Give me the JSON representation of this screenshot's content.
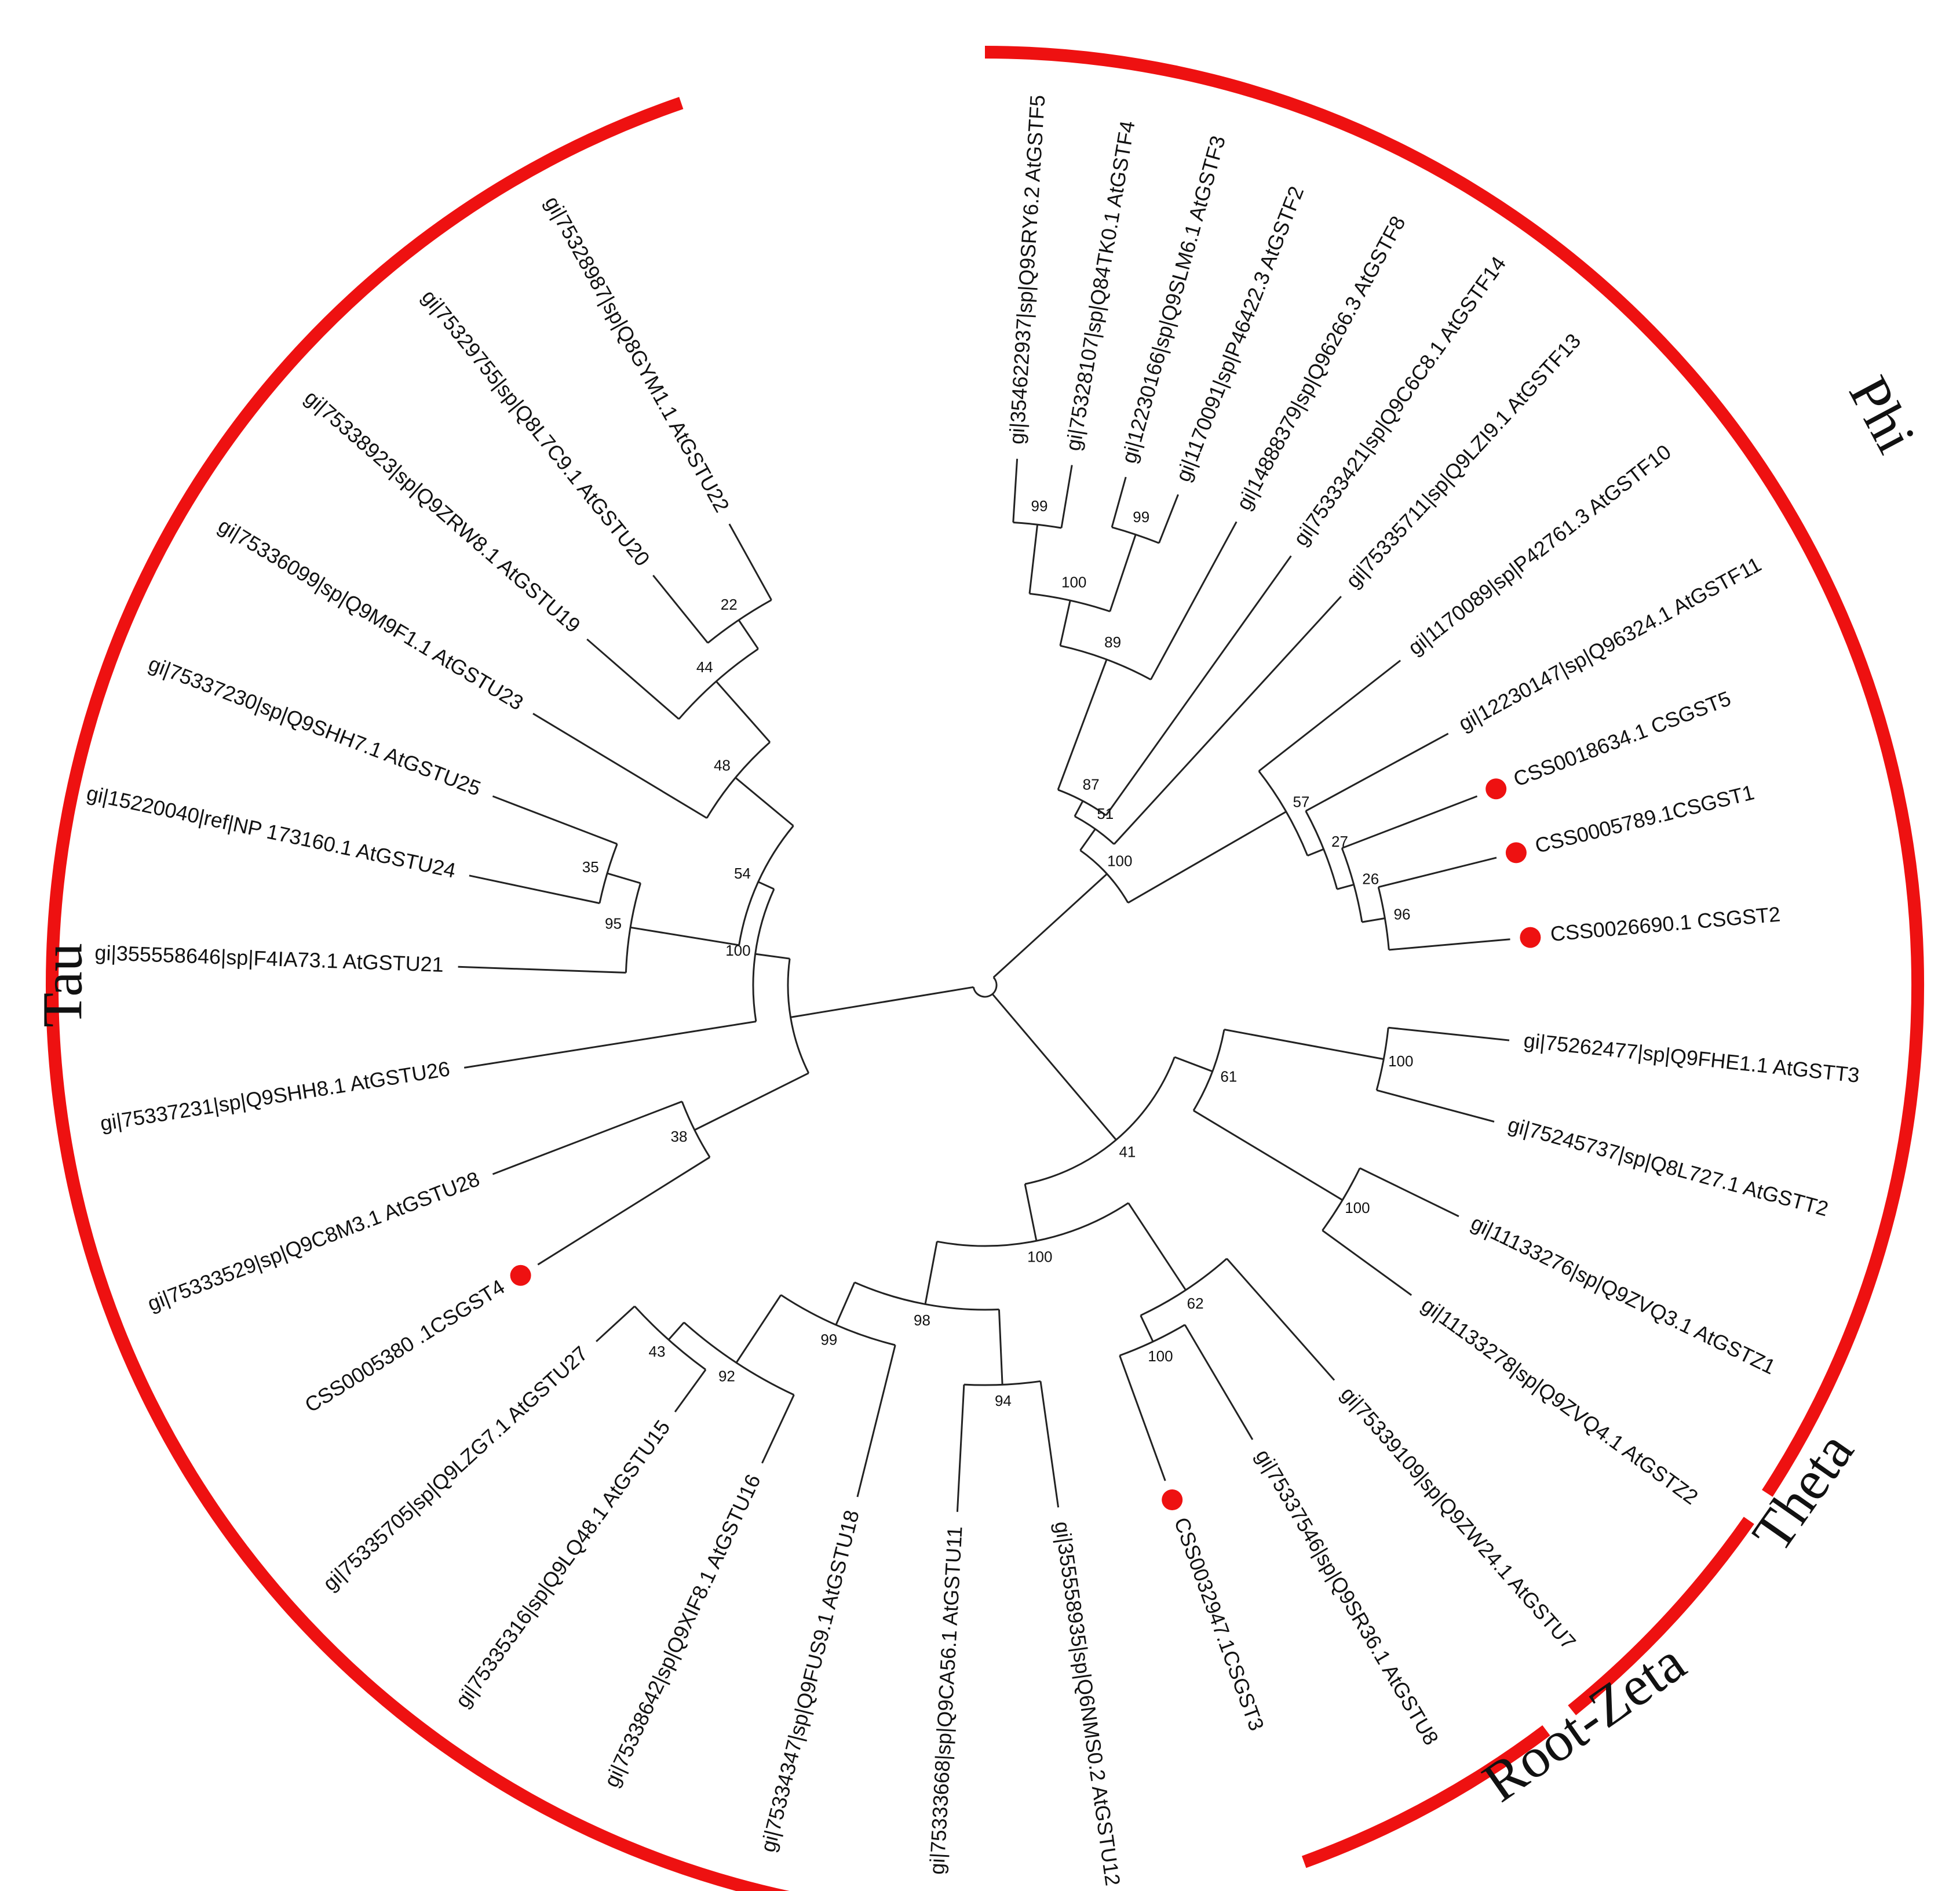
{
  "figure": {
    "colors": {
      "accent": "#ee1111",
      "line": "#222222",
      "text": "#111111"
    }
  },
  "clades": [
    {
      "name": "Tau"
    },
    {
      "name": "Phi"
    },
    {
      "name": "Theta"
    },
    {
      "name": "Root-Zeta"
    }
  ],
  "leaves": [
    {
      "label": "gi|354622937|sp|Q9SRY6.2 AtGSTF5",
      "marked": false
    },
    {
      "label": "gi|75328107|sp|Q84TK0.1 AtGSTF4",
      "marked": false
    },
    {
      "label": "gi|12230166|sp|Q9SLM6.1 AtGSTF3",
      "marked": false
    },
    {
      "label": "gi|1170091|sp|P46422.3 AtGSTF2",
      "marked": false
    },
    {
      "label": "gi|14888379|sp|Q96266.3 AtGSTF8",
      "marked": false
    },
    {
      "label": "gi|75333421|sp|Q9C6C8.1 AtGSTF14",
      "marked": false
    },
    {
      "label": "gi|75335711|sp|Q9LZI9.1 AtGSTF13",
      "marked": false
    },
    {
      "label": "gi|1170089|sp|P42761.3 AtGSTF10",
      "marked": false
    },
    {
      "label": "gi|12230147|sp|Q96324.1 AtGSTF11",
      "marked": false
    },
    {
      "label": "CSS0018634.1 CSGST5",
      "marked": true
    },
    {
      "label": "CSS0005789.1CSGST1",
      "marked": true
    },
    {
      "label": "CSS0026690.1 CSGST2",
      "marked": true
    },
    {
      "label": "gi|75262477|sp|Q9FHE1.1 AtGSTT3",
      "marked": false
    },
    {
      "label": "gi|75245737|sp|Q8L727.1 AtGSTT2",
      "marked": false
    },
    {
      "label": "gi|11133276|sp|Q9ZVQ3.1 AtGSTZ1",
      "marked": false
    },
    {
      "label": "gi|11133278|sp|Q9ZVQ4.1 AtGSTZ2",
      "marked": false
    },
    {
      "label": "gi|75339109|sp|Q9ZW24.1 AtGSTU7",
      "marked": false
    },
    {
      "label": "gi|75337546|sp|Q9SR36.1 AtGSTU8",
      "marked": false
    },
    {
      "label": "CSS0032947.1CSGST3",
      "marked": true
    },
    {
      "label": "gi|355558935|sp|Q6NMS0.2 AtGSTU12",
      "marked": false
    },
    {
      "label": "gi|75333668|sp|Q9CA56.1 AtGSTU11",
      "marked": false
    },
    {
      "label": "gi|75334347|sp|Q9FUS9.1 AtGSTU18",
      "marked": false
    },
    {
      "label": "gi|75338642|sp|Q9XIF8.1 AtGSTU16",
      "marked": false
    },
    {
      "label": "gi|75335316|sp|Q9LQ48.1 AtGSTU15",
      "marked": false
    },
    {
      "label": "gi|75335705|sp|Q9LZG7.1 AtGSTU27",
      "marked": false
    },
    {
      "label": "CSS0005380 .1CSGST4",
      "marked": true
    },
    {
      "label": "gi|75333529|sp|Q9C8M3.1 AtGSTU28",
      "marked": false
    },
    {
      "label": "gi|75337231|sp|Q9SHH8.1 AtGSTU26",
      "marked": false
    },
    {
      "label": "gi|355558646|sp|F4IA73.1 AtGSTU21",
      "marked": false
    },
    {
      "label": "gi|15220040|ref|NP 173160.1 AtGSTU24",
      "marked": false
    },
    {
      "label": "gi|75337230|sp|Q9SHH7.1 AtGSTU25",
      "marked": false
    },
    {
      "label": "gi|75336099|sp|Q9M9F1.1 AtGSTU23",
      "marked": false
    },
    {
      "label": "gi|75338923|sp|Q9ZRW8.1 AtGSTU19",
      "marked": false
    },
    {
      "label": "gi|75329755|sp|Q8L7C9.1 AtGSTU20",
      "marked": false
    },
    {
      "label": "gi|75328987|sp|Q8GYM1.1 AtGSTU22",
      "marked": false
    }
  ],
  "bootstrap_values": [
    "99",
    "99",
    "100",
    "89",
    "87",
    "51",
    "96",
    "26",
    "27",
    "57",
    "100",
    "100",
    "100",
    "61",
    "100",
    "62",
    "94",
    "43",
    "92",
    "99",
    "98",
    "100",
    "41",
    "38",
    "35",
    "95",
    "22",
    "44",
    "48",
    "54",
    "100"
  ]
}
